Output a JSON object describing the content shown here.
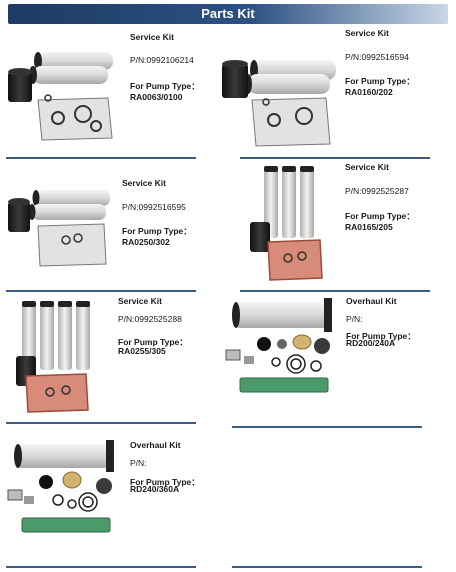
{
  "header": {
    "title": "Parts Kit"
  },
  "items": [
    {
      "title": "Service Kit",
      "pn": "P/N:0992106214",
      "pump_label": "For Pump Type：",
      "pump_type": "RA0063/0100"
    },
    {
      "title": "Service Kit",
      "pn": "P/N:0992516594",
      "pump_label": "For Pump Type：",
      "pump_type": "RA0160/202"
    },
    {
      "title": "Service Kit",
      "pn": "P/N:0992516595",
      "pump_label": "For Pump Type：",
      "pump_type": "RA0250/302"
    },
    {
      "title": "Service Kit",
      "pn": "P/N:0992525287",
      "pump_label": "For Pump Type：",
      "pump_type": "RA0165/205"
    },
    {
      "title": "Service Kit",
      "pn": "P/N:0992525288",
      "pump_label": "For Pump Type：",
      "pump_type": "RA0255/305"
    },
    {
      "title": "Overhaul Kit",
      "pn": "P/N:",
      "pump_label": "For Pump Type：",
      "pump_type": "RD200/240A"
    },
    {
      "title": "Overhaul Kit",
      "pn": "P/N:",
      "pump_label": "For Pump Type：",
      "pump_type": "RD240/360A"
    }
  ]
}
